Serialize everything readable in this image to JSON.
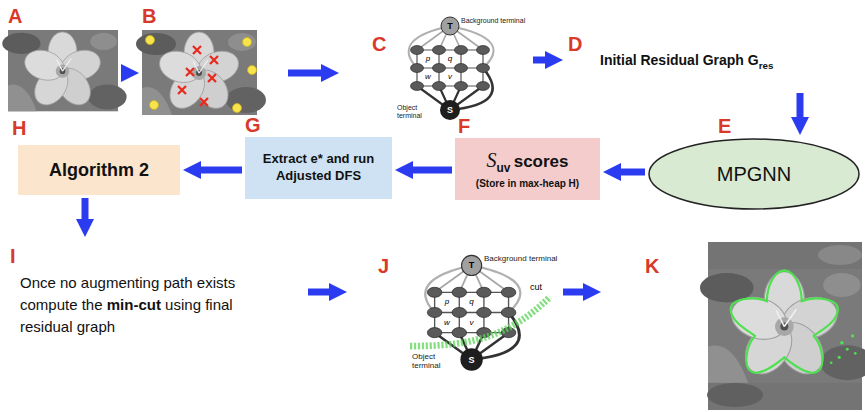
{
  "diagram": {
    "nodes": [
      {
        "text": [
          "A"
        ]
      },
      {
        "text": [
          "B"
        ]
      },
      {
        "text": [
          "C",
          "Background terminal",
          "T",
          "p",
          "q",
          "w",
          "v",
          "S",
          "Object terminal"
        ]
      },
      {
        "text": [
          "D",
          "Initial Residual Graph G",
          "res"
        ]
      },
      {
        "text": [
          "E",
          "MPGNN"
        ]
      },
      {
        "text": [
          "F",
          "S",
          "uv",
          "scores",
          "(Store in max-heap H)"
        ]
      },
      {
        "text": [
          "G",
          "Extract e* and run Adjusted DFS"
        ]
      },
      {
        "text": [
          "H",
          "Algorithm 2"
        ]
      },
      {
        "text": [
          "I",
          "Once no augmenting path exists compute the",
          "min-cut",
          "using final residual graph"
        ]
      },
      {
        "text": [
          "J",
          "Background terminal",
          "T",
          "cut",
          "p",
          "q",
          "w",
          "v",
          "S",
          "Object terminal"
        ]
      },
      {
        "text": [
          "K"
        ]
      }
    ],
    "edges": [
      {
        "from": 0,
        "to": 1,
        "arrow": "to"
      },
      {
        "from": 1,
        "to": 2,
        "arrow": "to"
      },
      {
        "from": 2,
        "to": 3,
        "arrow": "to"
      },
      {
        "from": 3,
        "to": 4,
        "arrow": "to"
      },
      {
        "from": 4,
        "to": 5,
        "arrow": "to"
      },
      {
        "from": 5,
        "to": 6,
        "arrow": "to"
      },
      {
        "from": 6,
        "to": 7,
        "arrow": "to"
      },
      {
        "from": 7,
        "to": 8,
        "arrow": "to"
      },
      {
        "from": 8,
        "to": 9,
        "arrow": "to"
      },
      {
        "from": 9,
        "to": 10,
        "arrow": "to"
      }
    ]
  }
}
